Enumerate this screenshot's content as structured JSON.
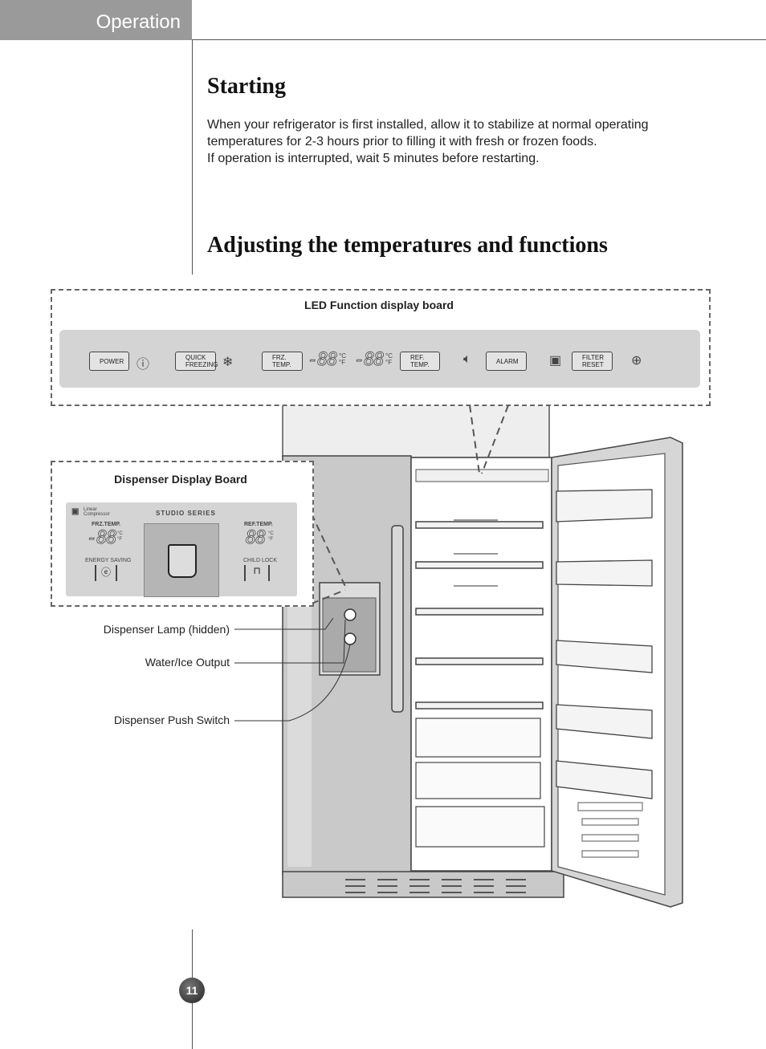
{
  "header": {
    "section_tab": "Operation"
  },
  "starting": {
    "heading": "Starting",
    "lines": [
      "When your refrigerator is first installed, allow it to stabilize at normal operating",
      "temperatures for 2-3 hours prior to filling it with fresh or frozen foods.",
      "If operation is interrupted, wait 5 minutes before restarting."
    ]
  },
  "adjusting": {
    "heading": "Adjusting the temperatures and functions"
  },
  "led_board": {
    "title": "LED Function display board",
    "power_button": "POWER",
    "quick_freezing_button": [
      "QUICK",
      "FREEZING"
    ],
    "frz_temp_button": [
      "FRZ.",
      "TEMP."
    ],
    "frz_display": "-88",
    "ref_display": "-88",
    "unit_c": "°C",
    "unit_f": "°F",
    "ref_temp_button": [
      "REF.",
      "TEMP."
    ],
    "alarm_button": "ALARM",
    "filter_reset_button": [
      "FILTER",
      "RESET"
    ]
  },
  "dispenser_board": {
    "title": "Dispenser Display Board",
    "brand": [
      "Linear",
      "Compressor"
    ],
    "series": "STUDIO SERIES",
    "frz_temp_label": "FRZ.TEMP.",
    "ref_temp_label": "REF.TEMP.",
    "frz_display": "-88",
    "ref_display": "88",
    "energy_saving_label": "ENERGY SAVING",
    "child_lock_label": "CHILD LOCK"
  },
  "callouts": {
    "lamp": "Dispenser Lamp (hidden)",
    "output": "Water/Ice Output",
    "switch": "Dispenser Push Switch"
  },
  "page_number": "11",
  "colors": {
    "tab_gray": "#9a9a9a",
    "board_gray": "#d4d4d4",
    "steel": "#c9c9c9"
  }
}
